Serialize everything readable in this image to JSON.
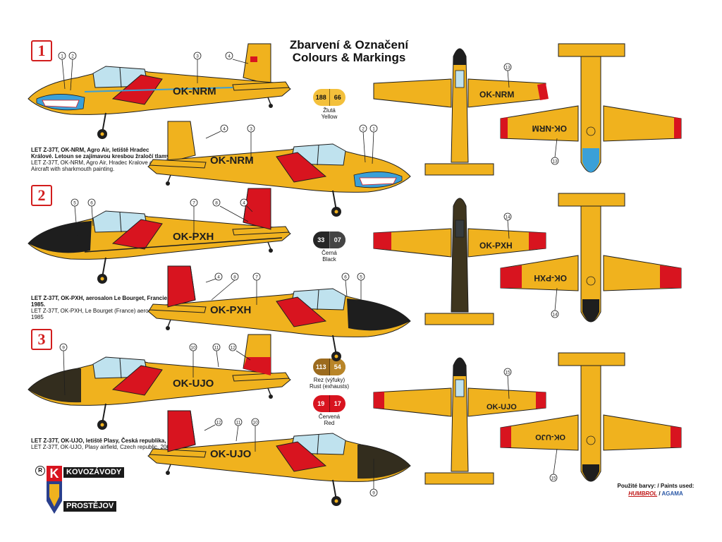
{
  "title": {
    "line1": "Zbarvení & Označení",
    "line2": "Colours & Markings"
  },
  "scheme_numbers": [
    "1",
    "2",
    "3"
  ],
  "captions": [
    {
      "bold": "LET Z-37T, OK-NRM, Agro Air, letiště Hradec Králové. Letoun se zajímavou kresbou žraločí tlamy.",
      "plain": "LET Z-37T, OK-NRM, Agro Air, Hradec Kralove airport. Aircraft with sharkmouth painting."
    },
    {
      "bold": "LET Z-37T, OK-PXH, aerosalon Le Bourget, Francie, 1985.",
      "plain": "LET Z-37T, OK-PXH, Le Bourget (France) aerosalon, 1985"
    },
    {
      "bold": "LET Z-37T, OK-UJO, letiště Plasy, Česká republika, 2006.",
      "plain": "LET Z-37T, OK-UJO, Plasy airfield, Czech republic, 2006."
    }
  ],
  "registrations": [
    "OK-NRM",
    "OK-PXH",
    "OK-UJO"
  ],
  "swatches": [
    {
      "codes": [
        "188",
        "66"
      ],
      "name_cz": "Žlutá",
      "name_en": "Yellow",
      "color": "#f3c03c",
      "text": "#111"
    },
    {
      "codes": [
        "33",
        "07"
      ],
      "name_cz": "Černá",
      "name_en": "Black",
      "color": "#262626",
      "text": "#fff"
    },
    {
      "codes": [
        "113",
        "54"
      ],
      "name_cz": "Rez (výfuky)",
      "name_en": "Rust (exhausts)",
      "color": "#9c6b1e",
      "text": "#fff"
    },
    {
      "codes": [
        "19",
        "17"
      ],
      "name_cz": "Červená",
      "name_en": "Red",
      "color": "#d8141f",
      "text": "#fff"
    }
  ],
  "callouts": {
    "s1_left": [
      "1",
      "2",
      "3",
      "4"
    ],
    "s1_right": [
      "4",
      "3",
      "2",
      "1"
    ],
    "s1_top": "13",
    "s1_bottom": "13",
    "s2_left": [
      "5",
      "6",
      "7",
      "8",
      "4"
    ],
    "s2_right": [
      "4",
      "8",
      "7",
      "6",
      "5"
    ],
    "s2_top": "14",
    "s2_bottom": "14",
    "s3_left": [
      "9",
      "10",
      "11",
      "12"
    ],
    "s3_right": [
      "12",
      "11",
      "10",
      "9"
    ],
    "s3_top": "15",
    "s3_bottom": "15"
  },
  "logo": {
    "mark": "K",
    "line1": "KOVOZÁVODY",
    "line2": "PROSTĚJOV",
    "registered": "R"
  },
  "paints": {
    "label": "Použité barvy: / Paints used:",
    "brand1": "HUMBROL",
    "brand2": "AGAMA"
  },
  "colors": {
    "yellow": "#f0b21e",
    "yellow_dark": "#d89a12",
    "black": "#1e1e1e",
    "red": "#d8141f",
    "blue": "#3aa0d8",
    "grey": "#777777"
  }
}
